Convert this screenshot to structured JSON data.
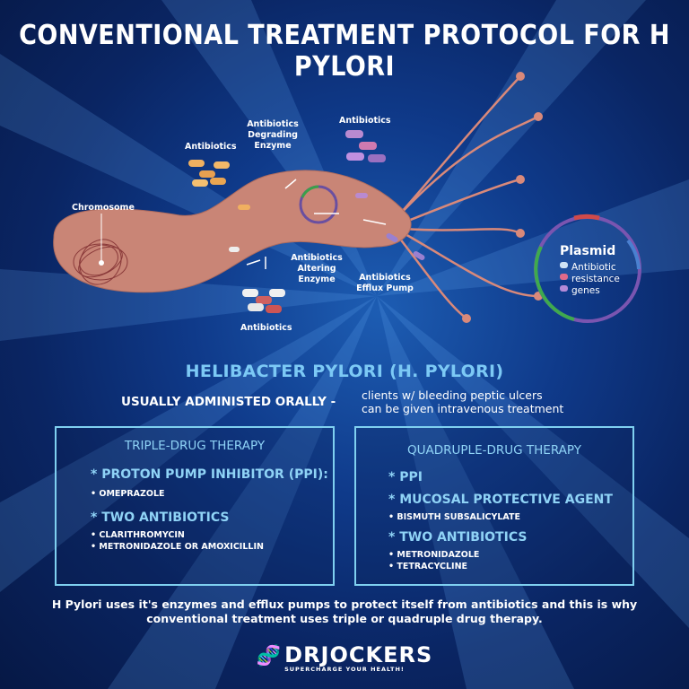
{
  "title": "CONVENTIONAL TREATMENT PROTOCOL FOR H PYLORI",
  "diagram": {
    "labels": {
      "chromosome": "Chromosome",
      "antibiotics_left": "Antibiotics",
      "degrading_l1": "Antibiotics",
      "degrading_l2": "Degrading",
      "degrading_l3": "Enzyme",
      "antibiotics_top": "Antibiotics",
      "altering_l1": "Antibiotics",
      "altering_l2": "Altering",
      "altering_l3": "Enzyme",
      "efflux_l1": "Antibiotics",
      "efflux_l2": "Efflux Pump",
      "antibiotics_bottom": "Antibiotics"
    },
    "plasmid": {
      "title": "Plasmid",
      "lines": [
        "Antibiotic",
        "resistance",
        "genes"
      ]
    }
  },
  "heading": "HELIBACTER PYLORI (H. PYLORI)",
  "admin_text": "USUALLY ADMINISTED ORALLY -",
  "note_lines": [
    "clients w/ bleeding peptic ulcers",
    "can be given intravenous treatment"
  ],
  "triple": {
    "title": "TRIPLE-DRUG THERAPY",
    "h1": "* PROTON PUMP INHIBITOR (PPI):",
    "h1_items": [
      "• OMEPRAZOLE"
    ],
    "h2": "* TWO ANTIBIOTICS",
    "h2_items": [
      "• CLARITHROMYCIN",
      "• METRONIDAZOLE OR AMOXICILLIN"
    ]
  },
  "quadruple": {
    "title": "QUADRUPLE-DRUG THERAPY",
    "h1": "* PPI",
    "h2": "* MUCOSAL PROTECTIVE AGENT",
    "h2_items": [
      "• BISMUTH SUBSALICYLATE"
    ],
    "h3": "* TWO ANTIBIOTICS",
    "h3_items": [
      "• METRONIDAZOLE",
      "• TETRACYCLINE"
    ]
  },
  "footer_lines": [
    "H Pylori uses it's enzymes and efflux pumps to protect itself from antibiotics and this is why",
    "conventional treatment uses triple or quadruple drug therapy."
  ],
  "logo": {
    "text": "DRJOCKERS",
    "tagline": "SUPERCHARGE YOUR HEALTH!"
  }
}
